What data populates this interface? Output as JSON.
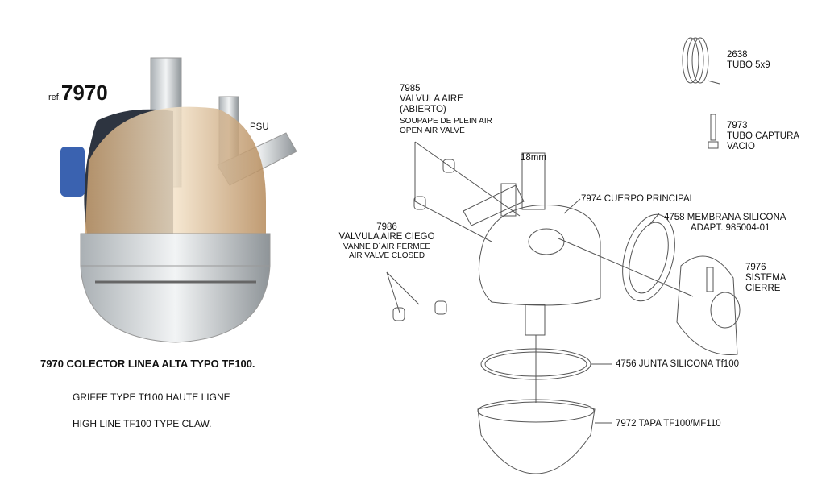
{
  "product": {
    "ref_prefix": "ref.",
    "ref_number": "7970",
    "title": "7970 COLECTOR LINEA ALTA TYPO TF100.",
    "subtitle_fr": "GRIFFE TYPE Tf100 HAUTE LIGNE",
    "subtitle_en": "HIGH LINE TF100 TYPE CLAW.",
    "photo_label": "PSU"
  },
  "parts": {
    "p2638": {
      "code": "2638",
      "name": "TUBO 5x9"
    },
    "p7973": {
      "code": "7973",
      "line1": "TUBO CAPTURA",
      "line2": "VACIO"
    },
    "p7985": {
      "code": "7985",
      "line1": "VALVULA AIRE",
      "line2": "(ABIERTO)",
      "fr": "SOUPAPE DE PLEIN AIR",
      "en": "OPEN AIR VALVE"
    },
    "p7986": {
      "code": "7986",
      "line1": "VALVULA AIRE CIEGO",
      "fr": "VANNE D´AIR FERMEE",
      "en": "AIR VALVE CLOSED"
    },
    "dimension": "18mm",
    "p7974": "7974 CUERPO PRINCIPAL",
    "p4758": {
      "line1": "4758 MEMBRANA SILICONA",
      "line2": "ADAPT. 985004-01"
    },
    "p7976": {
      "code": "7976",
      "line1": "SISTEMA",
      "line2": "CIERRE"
    },
    "p4756": "4756 JUNTA SILICONA Tf100",
    "p7972": "7972 TAPA TF100/MF110"
  }
}
